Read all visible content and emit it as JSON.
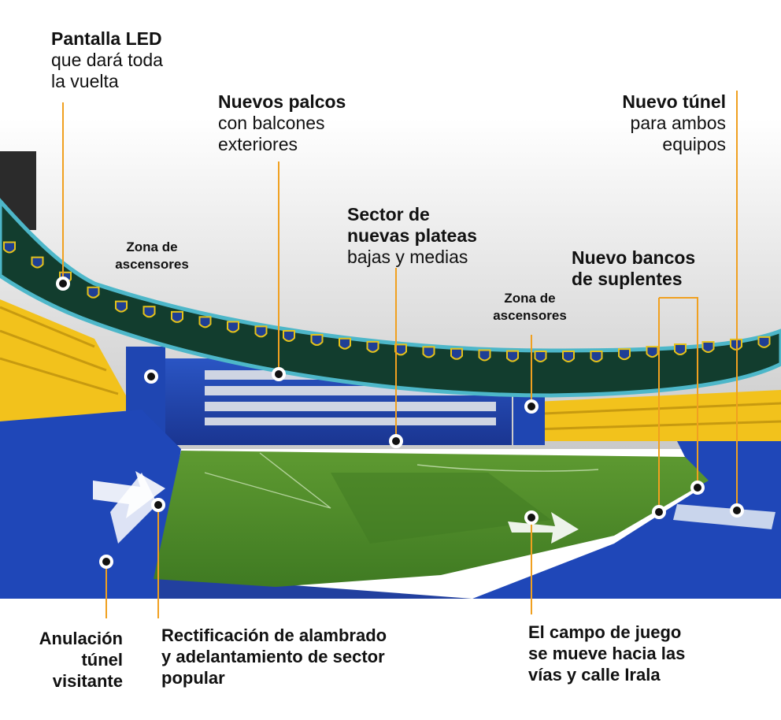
{
  "colors": {
    "leader": "#f0a020",
    "field_green": "#4f8a2a",
    "stand_blue": "#1d3fa6",
    "seat_yellow": "#f2c21c",
    "ring_band": "#123d2e"
  },
  "labels": {
    "led": {
      "bold": "Pantalla LED",
      "lines": [
        "que dará toda",
        "la vuelta"
      ]
    },
    "palcos": {
      "bold": "Nuevos palcos",
      "lines": [
        "con balcones",
        "exteriores"
      ]
    },
    "tunel": {
      "bold": "Nuevo túnel",
      "lines": [
        "para ambos",
        "equipos"
      ]
    },
    "plateas": {
      "bold_lines": [
        "Sector de",
        "nuevas plateas"
      ],
      "lines": [
        "bajas y medias"
      ]
    },
    "bancos": {
      "bold_lines": [
        "Nuevo bancos",
        "de suplentes"
      ]
    },
    "zona_left": {
      "lines": [
        "Zona de",
        "ascensores"
      ]
    },
    "zona_right": {
      "lines": [
        "Zona de",
        "ascensores"
      ]
    },
    "anulacion": {
      "bold_lines": [
        "Anulación",
        "túnel",
        "visitante"
      ]
    },
    "rectificacion": {
      "bold_lines": [
        "Rectificación de alambrado",
        "y adelantamiento de sector",
        "popular"
      ]
    },
    "campo": {
      "bold_lines": [
        "El campo de juego",
        "se mueve hacia las",
        "vías y calle Irala"
      ]
    }
  },
  "icons": {
    "crest": "club-crest-icon",
    "marker": "marker-dot-icon",
    "arrow": "movement-arrow-icon"
  }
}
